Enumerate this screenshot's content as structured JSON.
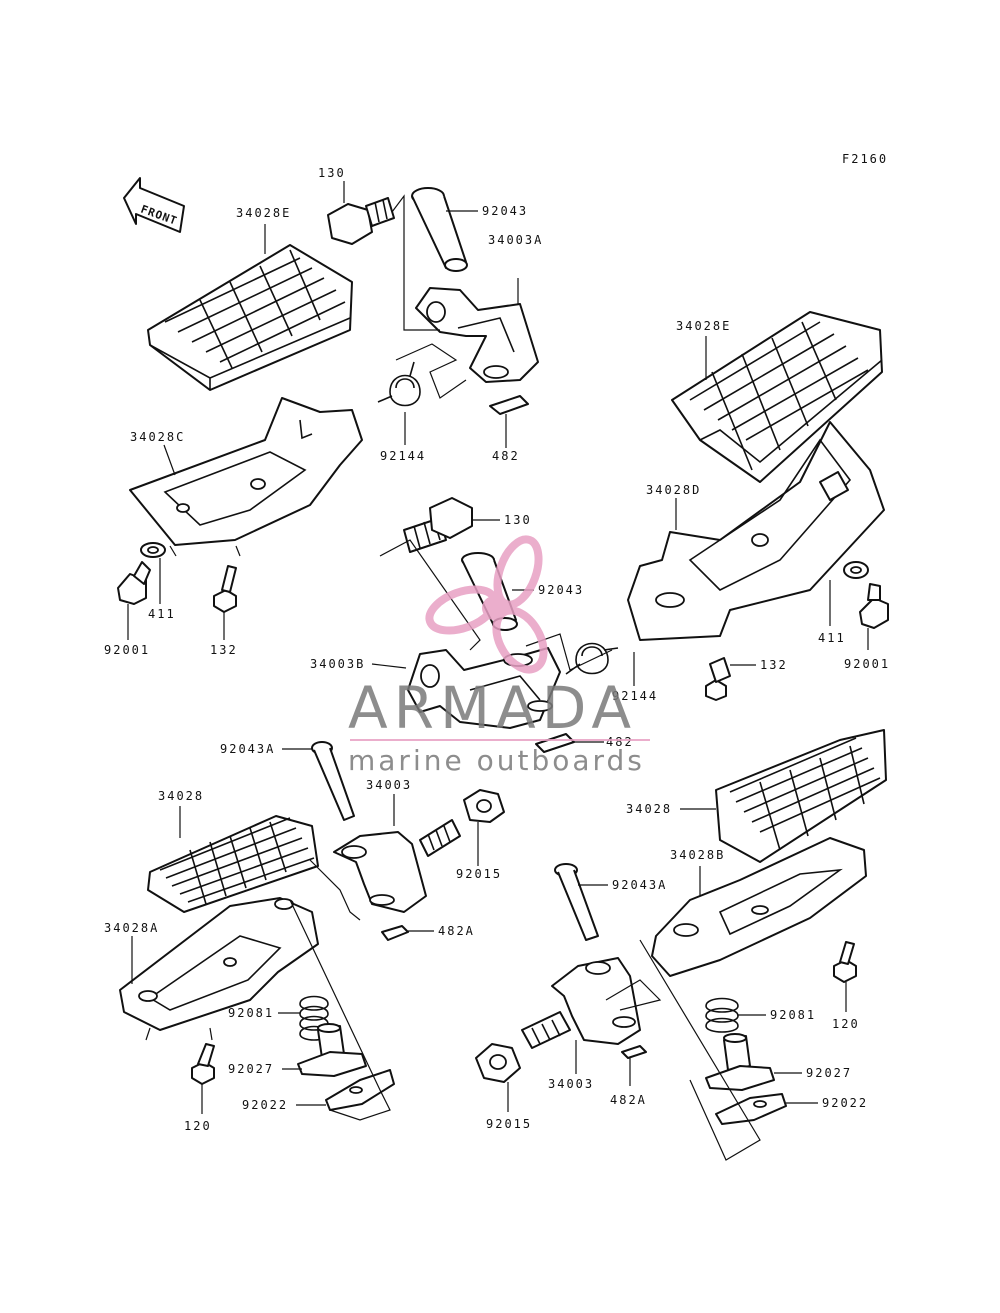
{
  "figure": {
    "code": "F2160",
    "front_arrow_label": "FRONT"
  },
  "labels": {
    "p130_a": "130",
    "p92043_a": "92043",
    "p34028e_a": "34028E",
    "p34003a": "34003A",
    "p34028c": "34028C",
    "p92144_a": "92144",
    "p482_a": "482",
    "p411_a": "411",
    "p92001_a": "92001",
    "p132_a": "132",
    "p34028e_b": "34028E",
    "p34028d": "34028D",
    "p130_b": "130",
    "p92043_b": "92043",
    "p34003b": "34003B",
    "p92144_b": "92144",
    "p482_b": "482",
    "p411_b": "411",
    "p92001_b": "92001",
    "p132_b": "132",
    "p92043a_a": "92043A",
    "p34003_a": "34003",
    "p34028_a": "34028",
    "p92015_a": "92015",
    "p482a_a": "482A",
    "p34028a": "34028A",
    "p92081_a": "92081",
    "p92027_a": "92027",
    "p92022_a": "92022",
    "p120_a": "120",
    "p34028_b": "34028",
    "p34028b": "34028B",
    "p92043a_b": "92043A",
    "p92081_b": "92081",
    "p120_b": "120",
    "p92027_b": "92027",
    "p92022_b": "92022",
    "p34003_b": "34003",
    "p482a_b": "482A",
    "p92015_b": "92015"
  },
  "watermark": {
    "brand": "ARMADA",
    "tagline": "marine outboards",
    "accent_color": "#e8a0c4",
    "text_color": "#7a7a7a"
  }
}
